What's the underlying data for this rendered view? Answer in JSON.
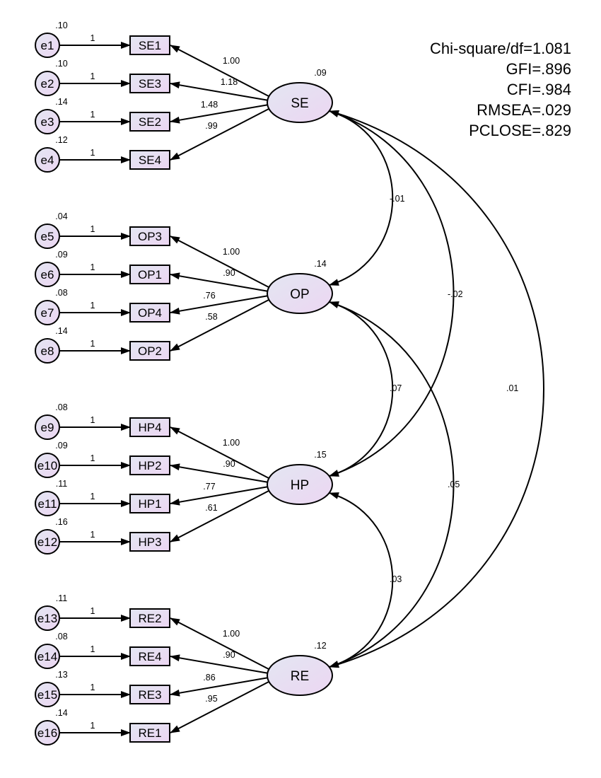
{
  "fit_indices": [
    "Chi-square/df=1.081",
    "GFI=.896",
    "CFI=.984",
    "RMSEA=.029",
    "PCLOSE=.829"
  ],
  "colors": {
    "fill_start": "#e3e6f2",
    "fill_end": "#ecd6f2",
    "stroke": "#000000"
  },
  "factors": [
    {
      "name": "SE",
      "variance": ".09",
      "indicators": [
        {
          "name": "SE1",
          "loading": "1.00",
          "error": "e1",
          "error_variance": ".10",
          "error_path": "1"
        },
        {
          "name": "SE3",
          "loading": "1.18",
          "error": "e2",
          "error_variance": ".10",
          "error_path": "1"
        },
        {
          "name": "SE2",
          "loading": "1.48",
          "error": "e3",
          "error_variance": ".14",
          "error_path": "1"
        },
        {
          "name": "SE4",
          "loading": ".99",
          "error": "e4",
          "error_variance": ".12",
          "error_path": "1"
        }
      ]
    },
    {
      "name": "OP",
      "variance": ".14",
      "indicators": [
        {
          "name": "OP3",
          "loading": "1.00",
          "error": "e5",
          "error_variance": ".04",
          "error_path": "1"
        },
        {
          "name": "OP1",
          "loading": ".90",
          "error": "e6",
          "error_variance": ".09",
          "error_path": "1"
        },
        {
          "name": "OP4",
          "loading": ".76",
          "error": "e7",
          "error_variance": ".08",
          "error_path": "1"
        },
        {
          "name": "OP2",
          "loading": ".58",
          "error": "e8",
          "error_variance": ".14",
          "error_path": "1"
        }
      ]
    },
    {
      "name": "HP",
      "variance": ".15",
      "indicators": [
        {
          "name": "HP4",
          "loading": "1.00",
          "error": "e9",
          "error_variance": ".08",
          "error_path": "1"
        },
        {
          "name": "HP2",
          "loading": ".90",
          "error": "e10",
          "error_variance": ".09",
          "error_path": "1"
        },
        {
          "name": "HP1",
          "loading": ".77",
          "error": "e11",
          "error_variance": ".11",
          "error_path": "1"
        },
        {
          "name": "HP3",
          "loading": ".61",
          "error": "e12",
          "error_variance": ".16",
          "error_path": "1"
        }
      ]
    },
    {
      "name": "RE",
      "variance": ".12",
      "indicators": [
        {
          "name": "RE2",
          "loading": "1.00",
          "error": "e13",
          "error_variance": ".11",
          "error_path": "1"
        },
        {
          "name": "RE4",
          "loading": ".90",
          "error": "e14",
          "error_variance": ".08",
          "error_path": "1"
        },
        {
          "name": "RE3",
          "loading": ".86",
          "error": "e15",
          "error_variance": ".13",
          "error_path": "1"
        },
        {
          "name": "RE1",
          "loading": ".95",
          "error": "e16",
          "error_variance": ".14",
          "error_path": "1"
        }
      ]
    }
  ],
  "covariances": [
    {
      "from": "SE",
      "to": "OP",
      "value": "-.01"
    },
    {
      "from": "SE",
      "to": "HP",
      "value": "-.02"
    },
    {
      "from": "SE",
      "to": "RE",
      "value": ".01"
    },
    {
      "from": "OP",
      "to": "HP",
      "value": ".07"
    },
    {
      "from": "OP",
      "to": "RE",
      "value": ".05"
    },
    {
      "from": "HP",
      "to": "RE",
      "value": ".03"
    }
  ]
}
